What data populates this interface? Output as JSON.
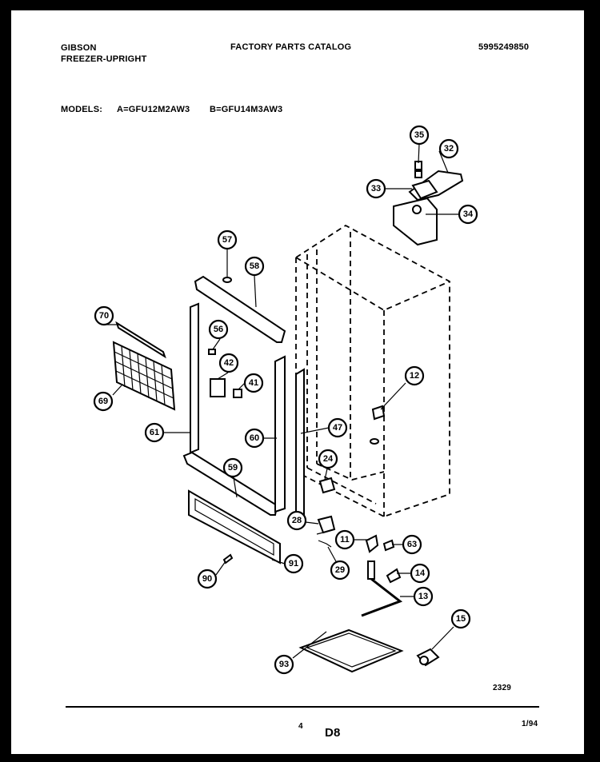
{
  "header": {
    "brand": "GIBSON",
    "product": "FREEZER-UPRIGHT",
    "catalog_title": "FACTORY PARTS CATALOG",
    "catalog_number": "5995249850",
    "models_label": "MODELS:",
    "model_a": "A=GFU12M2AW3",
    "model_b": "B=GFU14M3AW3"
  },
  "diagram": {
    "drawing_number": "2329",
    "callouts": [
      "35",
      "32",
      "33",
      "34",
      "57",
      "58",
      "70",
      "56",
      "42",
      "41",
      "12",
      "69",
      "61",
      "60",
      "47",
      "24",
      "59",
      "28",
      "11",
      "63",
      "91",
      "90",
      "29",
      "14",
      "13",
      "15",
      "93"
    ]
  },
  "footer": {
    "page_number": "4",
    "section": "D8",
    "date": "1/94"
  }
}
